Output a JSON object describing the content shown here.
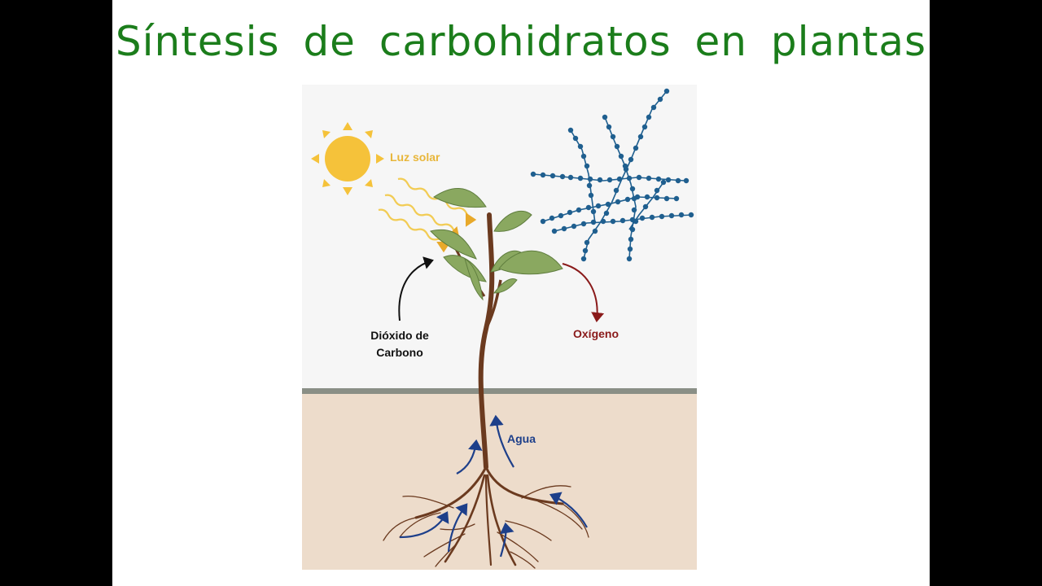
{
  "slide": {
    "title": "Síntesis de carbohidratos en plantas"
  },
  "diagram": {
    "labels": {
      "sunlight": "Luz solar",
      "carbon_dioxide_line1": "Dióxido de",
      "carbon_dioxide_line2": "Carbono",
      "oxygen": "Oxígeno",
      "water": "Agua"
    },
    "icons": [
      "sun-icon",
      "plant-icon",
      "carbohydrate-molecule-icon",
      "roots-icon"
    ],
    "colors": {
      "title": "#1b7d1b",
      "sun": "#f5c23a",
      "sun_label": "#e8b63a",
      "co2_arrow": "#111111",
      "oxygen": "#8a1a1a",
      "water": "#1d3f8a",
      "molecule": "#1f5f8f",
      "sky": "#f6f6f6",
      "soil": "#eddccb",
      "ground_line": "#8a8f86",
      "stem": "#6b3a1f",
      "leaf": "#8aa860"
    }
  }
}
